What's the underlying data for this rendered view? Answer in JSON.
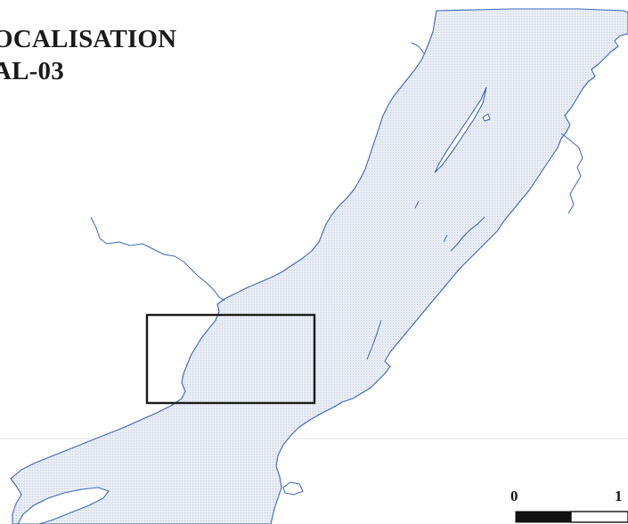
{
  "title": {
    "line1": "OCALISATION",
    "line2": "AL-03"
  },
  "scale_bar": {
    "label_start": "0",
    "label_next": "1"
  },
  "colors": {
    "water_fill": "#e6ebf4",
    "water_hatch": "#c9d2e3",
    "shoreline": "#3a66b8",
    "frame": "#1a1a1a"
  }
}
